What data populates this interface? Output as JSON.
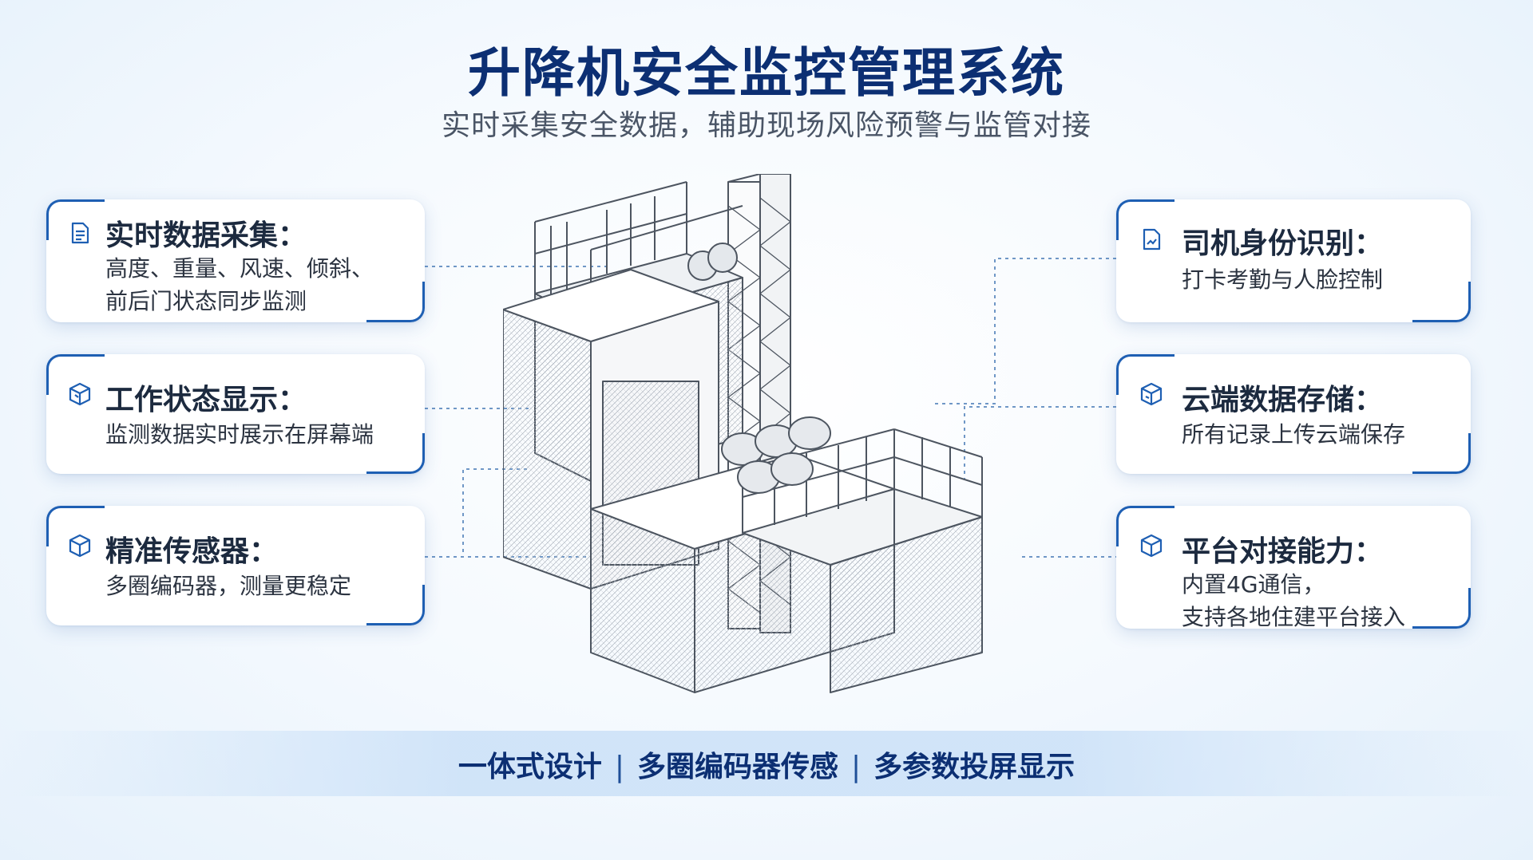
{
  "header": {
    "title": "升降机安全监控管理系统",
    "subtitle": "实时采集安全数据，辅助现场风险预警与监管对接"
  },
  "features_left": [
    {
      "icon": "document-icon",
      "title": "实时数据采集：",
      "lines": [
        "高度、重量、风速、倾斜、",
        "前后门状态同步监测"
      ]
    },
    {
      "icon": "cube-icon",
      "title": "工作状态显示：",
      "lines": [
        "监测数据实时展示在屏幕端"
      ]
    },
    {
      "icon": "box-icon",
      "title": "精准传感器：",
      "lines": [
        "多圈编码器，测量更稳定"
      ]
    }
  ],
  "features_right": [
    {
      "icon": "id-card-icon",
      "title": "司机身份识别：",
      "lines": [
        "打卡考勤与人脸控制"
      ]
    },
    {
      "icon": "cloud-box-icon",
      "title": "云端数据存储：",
      "lines": [
        "所有记录上传云端保存"
      ]
    },
    {
      "icon": "box-icon",
      "title": "平台对接能力：",
      "lines": [
        "内置4G通信，",
        "支持各地住建平台接入"
      ]
    }
  ],
  "footer": {
    "items": [
      "一体式设计",
      "多圈编码器传感",
      "多参数投屏显示"
    ],
    "separator": "|"
  },
  "colors": {
    "title": "#0c2f73",
    "accent": "#1e5fb3",
    "connector": "#6f97c6"
  }
}
